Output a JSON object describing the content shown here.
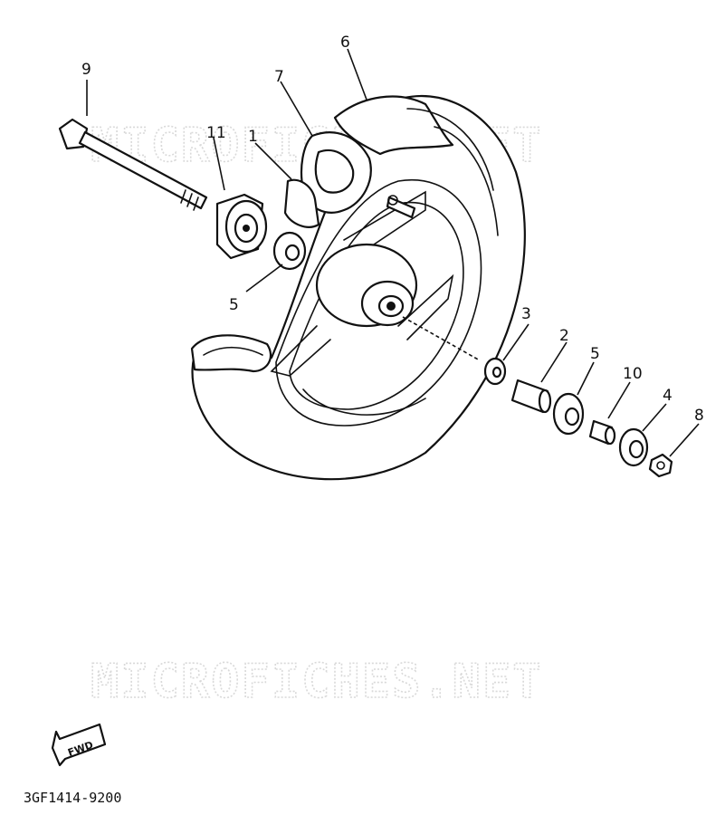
{
  "watermark": "MICROFICHES.NET",
  "callouts": {
    "p1": "1",
    "p2": "2",
    "p3": "3",
    "p4": "4",
    "p5a": "5",
    "p5b": "5",
    "p6": "6",
    "p7": "7",
    "p8": "8",
    "p9": "9",
    "p10": "10",
    "p11": "11"
  },
  "fwd_label": "FWD",
  "diagram_code": "3GF1414-9200"
}
